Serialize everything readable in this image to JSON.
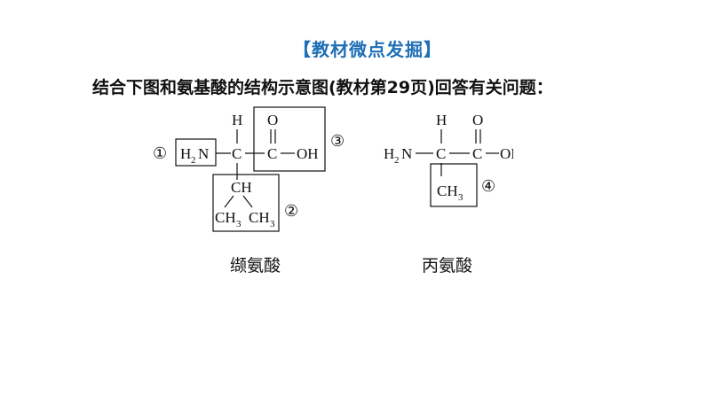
{
  "header": {
    "title": "【教材微点发掘】",
    "question": "结合下图和氨基酸的结构示意图(教材第29页)回答有关问题："
  },
  "valine": {
    "name": "缬氨酸",
    "top_h": "H",
    "o": "O",
    "h2n_h": "H",
    "h2n_2": "2",
    "h2n_n": "N",
    "c_alpha": "C",
    "c_carboxyl": "C",
    "oh": "OH",
    "ch": "CH",
    "ch3_left_c": "CH",
    "ch3_left_3": "3",
    "ch3_right_c": "CH",
    "ch3_right_3": "3",
    "markers": [
      "①",
      "②",
      "③"
    ]
  },
  "alanine": {
    "name": "丙氨酸",
    "top_h": "H",
    "o": "O",
    "h2n_h": "H",
    "h2n_2": "2",
    "h2n_n": "N",
    "c_alpha": "C",
    "c_carboxyl": "C",
    "oh": "OH",
    "ch3_c": "CH",
    "ch3_3": "3",
    "marker": "④"
  }
}
